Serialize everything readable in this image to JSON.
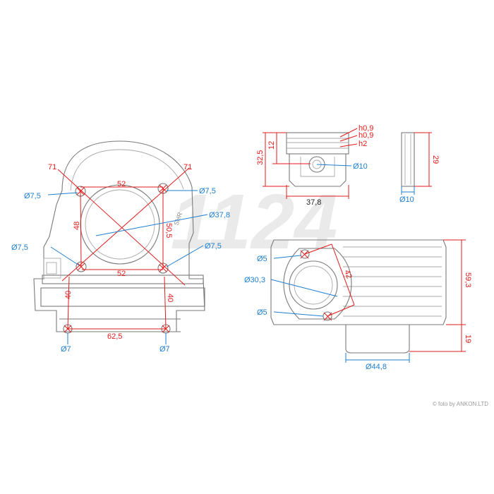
{
  "watermark": "1124",
  "credit": "© foto by ANKON.LTD",
  "colors": {
    "dim_red": "#e21b1b",
    "dim_blue": "#1f7fd0",
    "line_gray": "#7a7a7a",
    "watermark": "#d9d9d9"
  },
  "cylinder_top": {
    "diag_left": "71",
    "diag_right": "71",
    "stud_top_left": "Ø7,5",
    "stud_top_right": "Ø7,5",
    "stud_bottom_left": "Ø7,5",
    "stud_bottom_right": "Ø7,5",
    "span_top": "52",
    "span_bottom": "52",
    "vertical_left": "48",
    "vertical_right": "50,5",
    "bore": "Ø37,8",
    "lower_left": "40",
    "lower_right": "40",
    "base_span": "62,5",
    "hole_left": "Ø7",
    "hole_right": "Ø7"
  },
  "piston": {
    "ring1": "h0,9",
    "ring2": "h0,9",
    "ring3": "h2",
    "height_total": "32,5",
    "height_pin": "12",
    "pin_dia": "Ø10",
    "dia": "37,8"
  },
  "pin": {
    "length": "29",
    "dia": "Ø10"
  },
  "cylinder_side": {
    "hole_top": "Ø5",
    "hole_bottom": "Ø5",
    "port": "Ø30,3",
    "port_span": "42",
    "height": "59,3",
    "spigot_height": "19",
    "spigot_dia": "Ø44,8"
  }
}
